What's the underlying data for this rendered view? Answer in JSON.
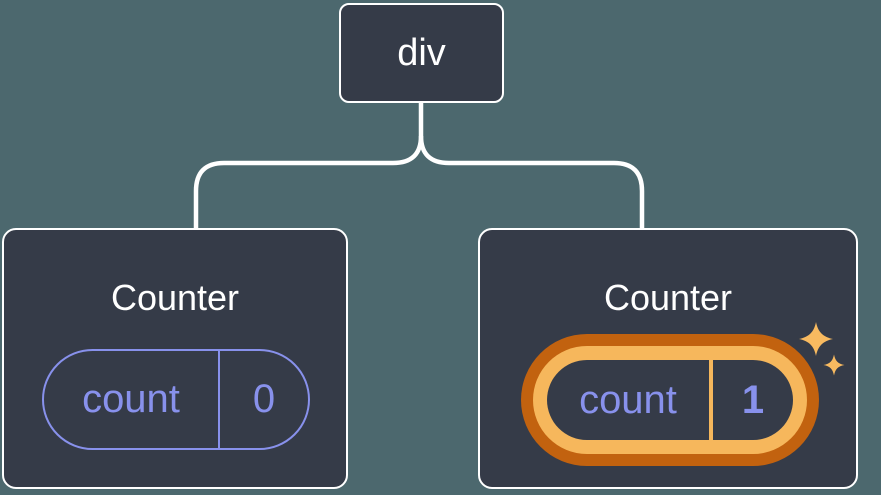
{
  "diagram": {
    "root_node": {
      "label": "div"
    },
    "children": [
      {
        "title": "Counter",
        "state_pill": {
          "name": "count",
          "value": "0"
        },
        "highlighted": false
      },
      {
        "title": "Counter",
        "state_pill": {
          "name": "count",
          "value": "1"
        },
        "highlighted": true
      }
    ]
  },
  "icons": {
    "sparkle": "four-point-star-sparkle"
  },
  "colors": {
    "background": "#4C686E",
    "node_background": "#353B48",
    "node_border": "#FFFFFF",
    "connector": "#FFFFFF",
    "state_purple": "#8891EC",
    "highlight_ring_dark": "#C2620F",
    "highlight_ring_light": "#F6B75C",
    "sparkle": "#F8BA60"
  }
}
